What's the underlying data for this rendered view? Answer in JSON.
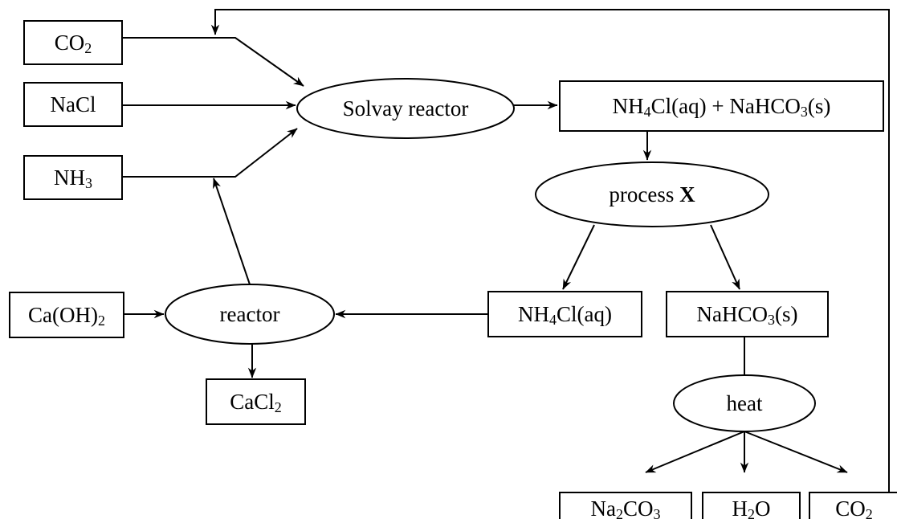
{
  "nodes": [
    {
      "id": "co2_in",
      "shape": "box",
      "parts": [
        {
          "t": "CO"
        },
        {
          "t": "2",
          "sub": true
        }
      ]
    },
    {
      "id": "nacl",
      "shape": "box",
      "parts": [
        {
          "t": "NaCl"
        }
      ]
    },
    {
      "id": "nh3",
      "shape": "box",
      "parts": [
        {
          "t": "NH"
        },
        {
          "t": "3",
          "sub": true
        }
      ]
    },
    {
      "id": "solvay",
      "shape": "ellipse",
      "parts": [
        {
          "t": "Solvay reactor"
        }
      ]
    },
    {
      "id": "products",
      "shape": "box",
      "parts": [
        {
          "t": "NH"
        },
        {
          "t": "4",
          "sub": true
        },
        {
          "t": "Cl(aq) + NaHCO"
        },
        {
          "t": "3",
          "sub": true
        },
        {
          "t": "(s)"
        }
      ]
    },
    {
      "id": "processx",
      "shape": "ellipse",
      "parts": [
        {
          "t": "process "
        },
        {
          "t": "X",
          "bold": true
        }
      ]
    },
    {
      "id": "nh4cl",
      "shape": "box",
      "parts": [
        {
          "t": "NH"
        },
        {
          "t": "4",
          "sub": true
        },
        {
          "t": "Cl(aq)"
        }
      ]
    },
    {
      "id": "nahco3",
      "shape": "box",
      "parts": [
        {
          "t": "NaHCO"
        },
        {
          "t": "3",
          "sub": true
        },
        {
          "t": "(s)"
        }
      ]
    },
    {
      "id": "caoh2",
      "shape": "box",
      "parts": [
        {
          "t": "Ca(OH)"
        },
        {
          "t": "2",
          "sub": true
        }
      ]
    },
    {
      "id": "reactor",
      "shape": "ellipse",
      "parts": [
        {
          "t": "reactor"
        }
      ]
    },
    {
      "id": "cacl2",
      "shape": "box",
      "parts": [
        {
          "t": "CaCl"
        },
        {
          "t": "2",
          "sub": true
        }
      ]
    },
    {
      "id": "heat",
      "shape": "ellipse",
      "parts": [
        {
          "t": "heat"
        }
      ]
    },
    {
      "id": "na2co3",
      "shape": "box",
      "parts": [
        {
          "t": "Na"
        },
        {
          "t": "2",
          "sub": true
        },
        {
          "t": "CO"
        },
        {
          "t": "3",
          "sub": true
        }
      ]
    },
    {
      "id": "h2o",
      "shape": "box",
      "parts": [
        {
          "t": "H"
        },
        {
          "t": "2",
          "sub": true
        },
        {
          "t": "O"
        }
      ]
    },
    {
      "id": "co2_out",
      "shape": "box",
      "parts": [
        {
          "t": "CO"
        },
        {
          "t": "2",
          "sub": true
        }
      ]
    }
  ],
  "edges": [
    {
      "id": "co2_to_solvay",
      "from": "co2_in",
      "to": "solvay",
      "arrow": true
    },
    {
      "id": "nacl_to_solvay",
      "from": "nacl",
      "to": "solvay",
      "arrow": true
    },
    {
      "id": "nh3_to_solvay",
      "from": "nh3",
      "to": "solvay",
      "arrow": true
    },
    {
      "id": "solvay_to_products",
      "from": "solvay",
      "to": "products",
      "arrow": true
    },
    {
      "id": "products_to_processx",
      "from": "products",
      "to": "processx",
      "arrow": true
    },
    {
      "id": "processx_to_nh4cl",
      "from": "processx",
      "to": "nh4cl",
      "arrow": true
    },
    {
      "id": "processx_to_nahco3",
      "from": "processx",
      "to": "nahco3",
      "arrow": true
    },
    {
      "id": "nh4cl_to_reactor",
      "from": "nh4cl",
      "to": "reactor",
      "arrow": true
    },
    {
      "id": "caoh2_to_reactor",
      "from": "caoh2",
      "to": "reactor",
      "arrow": true
    },
    {
      "id": "reactor_to_cacl2",
      "from": "reactor",
      "to": "cacl2",
      "arrow": true
    },
    {
      "id": "reactor_to_nh3_line",
      "from": "reactor",
      "to": "nh3_to_solvay",
      "arrow": true
    },
    {
      "id": "nahco3_to_heat",
      "from": "nahco3",
      "to": "heat",
      "arrow": false
    },
    {
      "id": "heat_to_na2co3",
      "from": "heat",
      "to": "na2co3",
      "arrow": true
    },
    {
      "id": "heat_to_h2o",
      "from": "heat",
      "to": "h2o",
      "arrow": true
    },
    {
      "id": "heat_to_co2_out",
      "from": "heat",
      "to": "co2_out",
      "arrow": true
    },
    {
      "id": "co2_recycle",
      "from": "co2_out",
      "to": "co2_to_solvay",
      "arrow": true
    }
  ]
}
